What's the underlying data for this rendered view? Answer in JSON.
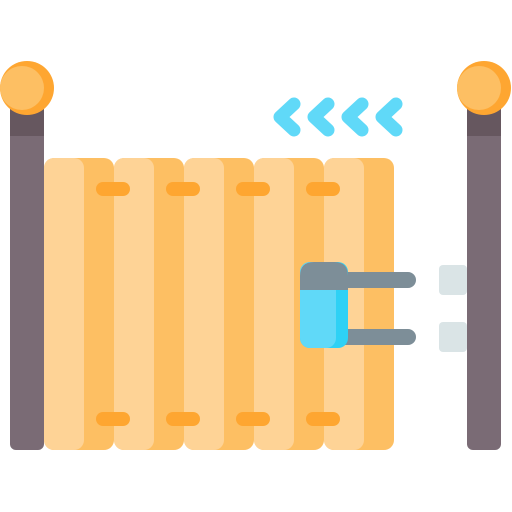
{
  "illustration": {
    "name": "sliding-gate-icon",
    "gate_motion": "sliding-left",
    "direction_chevrons": 4,
    "planks": 5,
    "colors": {
      "background": "#ffffff",
      "post": "#7a6b75",
      "post_shadow": "#66575f",
      "post_cap": "#fdbf63",
      "post_cap_shadow": "#fea631",
      "plank_light": "#fed396",
      "plank_shade": "#fdbf63",
      "plank_slot": "#fea631",
      "chevron": "#60d9f8",
      "lock_body": "#60d9f8",
      "lock_body_shade": "#2ed1f5",
      "lock_top": "#7d8e98",
      "lock_bar": "#7d8e98",
      "receiver": "#dae4e6"
    }
  }
}
